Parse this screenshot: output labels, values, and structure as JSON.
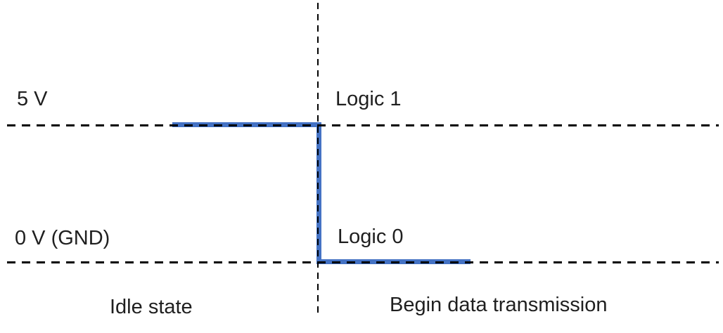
{
  "diagram": {
    "voltage_labels": {
      "high": "5 V",
      "low": "0 V (GND)"
    },
    "logic_labels": {
      "high": "Logic 1",
      "low": "Logic 0"
    },
    "phase_labels": {
      "left": "Idle state",
      "right": "Begin data transmission"
    },
    "signal": {
      "description": "line high during idle, falling edge at divider, low after",
      "segments": [
        "high-level",
        "falling-edge",
        "low-level"
      ]
    },
    "colors": {
      "signal_trace": "#4472C4",
      "reference_lines": "#000000",
      "text": "#1F1F1F",
      "background": "#FFFFFF"
    }
  }
}
